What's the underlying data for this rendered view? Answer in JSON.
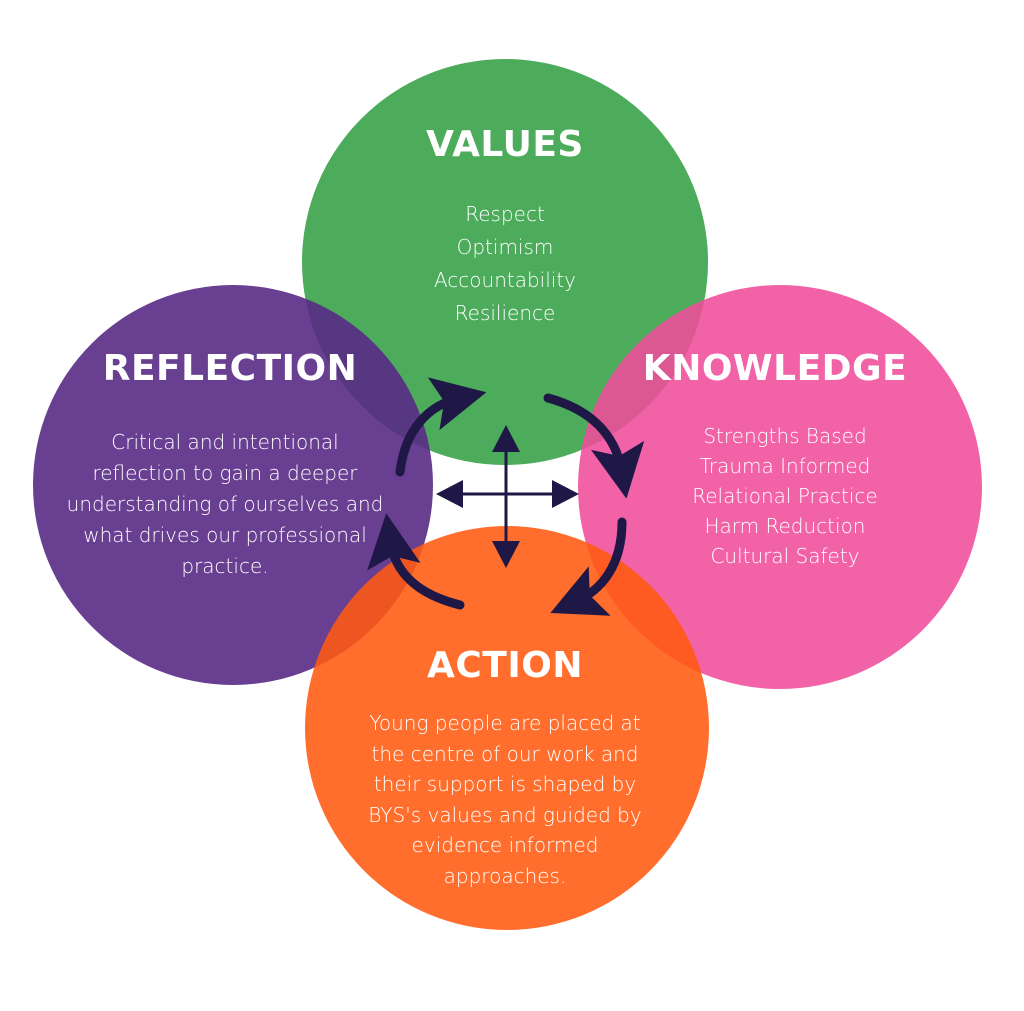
{
  "values": {
    "title": "VALUES",
    "items": [
      "Respect",
      "Optimism",
      "Accountability",
      "Resilience"
    ],
    "color": "#3aa24a"
  },
  "reflection": {
    "title": "REFLECTION",
    "lines": [
      "Critical and intentional",
      "reflection to gain a deeper",
      "understanding of ourselves and",
      "what drives our professional",
      "practice."
    ],
    "color": "#592a86"
  },
  "knowledge": {
    "title": "KNOWLEDGE",
    "items": [
      "Strengths Based",
      "Trauma Informed",
      "Relational Practice",
      "Harm Reduction",
      "Cultural Safety"
    ],
    "color": "#ef4c9b"
  },
  "action": {
    "title": "ACTION",
    "lines": [
      "Young people are placed at",
      "the centre of our work and",
      "their support is shaped by",
      "BYS's values and guided by",
      "evidence informed",
      "approaches."
    ],
    "color": "#ff5a10"
  },
  "arrow_color": "#1f1846"
}
